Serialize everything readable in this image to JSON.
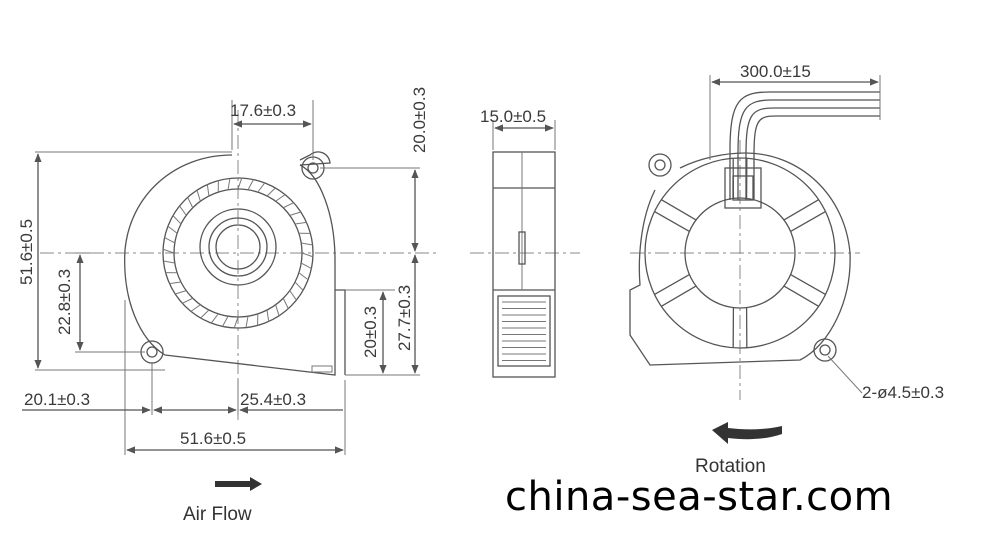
{
  "front_view": {
    "width_overall": "51.6±0.5",
    "height_overall": "51.6±0.5",
    "top_offset": "17.6±0.3",
    "outlet_height_top": "20.0±0.3",
    "hole_vertical": "22.8±0.3",
    "outlet_height": "20±0.3",
    "outlet_offset": "27.7±0.3",
    "left_offset": "20.1±0.3",
    "hole_spacing": "25.4±0.3",
    "air_flow_label": "Air Flow"
  },
  "side_view": {
    "thickness": "15.0±0.5"
  },
  "rear_view": {
    "lead_length": "300.0±15",
    "mount_holes": "2-ø4.5±0.3",
    "rotation_label": "Rotation"
  },
  "watermark": "china-sea-star.com"
}
